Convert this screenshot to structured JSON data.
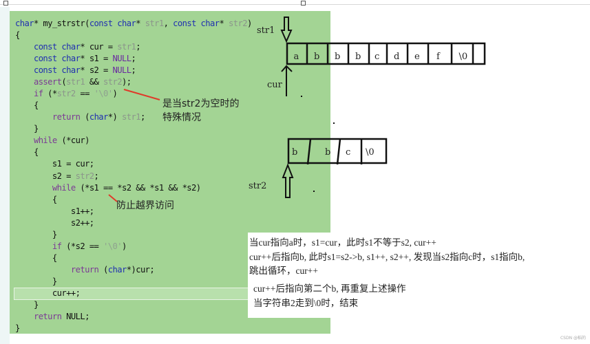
{
  "code": [
    [
      [
        "char",
        "kw"
      ],
      [
        "* my_strstr(",
        ""
      ],
      [
        "const char",
        "kw"
      ],
      [
        "* ",
        ""
      ],
      [
        "str1",
        "par"
      ],
      [
        ", ",
        ""
      ],
      [
        "const char",
        "kw"
      ],
      [
        "* ",
        ""
      ],
      [
        "str2",
        "par"
      ],
      [
        ")",
        ""
      ]
    ],
    [
      [
        "{",
        ""
      ]
    ],
    [
      [
        "    ",
        ""
      ],
      [
        "const char",
        "kw"
      ],
      [
        "* cur = ",
        ""
      ],
      [
        "str1",
        "par"
      ],
      [
        ";",
        ""
      ]
    ],
    [
      [
        "    ",
        ""
      ],
      [
        "const char",
        "kw"
      ],
      [
        "* s1 = ",
        ""
      ],
      [
        "NULL",
        "mac"
      ],
      [
        ";",
        ""
      ]
    ],
    [
      [
        "    ",
        ""
      ],
      [
        "const char",
        "kw"
      ],
      [
        "* s2 = ",
        ""
      ],
      [
        "NULL",
        "mac"
      ],
      [
        ";",
        ""
      ]
    ],
    [
      [
        "    ",
        ""
      ],
      [
        "assert",
        "ctl"
      ],
      [
        "(",
        ""
      ],
      [
        "str1",
        "par"
      ],
      [
        " && ",
        ""
      ],
      [
        "str2",
        "par"
      ],
      [
        ");",
        ""
      ]
    ],
    [
      [
        "    ",
        ""
      ],
      [
        "if",
        "ctl"
      ],
      [
        " (*",
        ""
      ],
      [
        "str2",
        "par"
      ],
      [
        " == ",
        ""
      ],
      [
        "'\\0'",
        "str"
      ],
      [
        ")",
        ""
      ]
    ],
    [
      [
        "    {",
        ""
      ]
    ],
    [
      [
        "        ",
        ""
      ],
      [
        "return",
        "ctl"
      ],
      [
        " (",
        ""
      ],
      [
        "char",
        "kw"
      ],
      [
        "*) ",
        ""
      ],
      [
        "str1",
        "par"
      ],
      [
        ";",
        ""
      ]
    ],
    [
      [
        "    }",
        ""
      ]
    ],
    [
      [
        "    ",
        ""
      ],
      [
        "while",
        "ctl"
      ],
      [
        " (*cur)",
        ""
      ]
    ],
    [
      [
        "    {",
        ""
      ]
    ],
    [
      [
        "        s1 = cur;",
        ""
      ]
    ],
    [
      [
        "        s2 = ",
        ""
      ],
      [
        "str2",
        "par"
      ],
      [
        ";",
        ""
      ]
    ],
    [
      [
        "        ",
        ""
      ],
      [
        "while",
        "ctl"
      ],
      [
        " (*s1 == *s2 && *s1 && *s2)",
        ""
      ]
    ],
    [
      [
        "        {",
        ""
      ]
    ],
    [
      [
        "            s1++;",
        ""
      ]
    ],
    [
      [
        "            s2++;",
        ""
      ]
    ],
    [
      [
        "        }",
        ""
      ]
    ],
    [
      [
        "        ",
        ""
      ],
      [
        "if",
        "ctl"
      ],
      [
        " (*s2 == ",
        ""
      ],
      [
        "'\\0'",
        "str"
      ],
      [
        ")",
        ""
      ]
    ],
    [
      [
        "        {",
        ""
      ]
    ],
    [
      [
        "            ",
        ""
      ],
      [
        "return",
        "ctl"
      ],
      [
        " (",
        ""
      ],
      [
        "char",
        "kw"
      ],
      [
        "*)cur;",
        ""
      ]
    ],
    [
      [
        "        }",
        ""
      ]
    ],
    [
      [
        "        cur++;",
        ""
      ]
    ],
    [
      [
        "    }",
        ""
      ]
    ],
    [
      [
        "    ",
        ""
      ],
      [
        "return",
        "ctl"
      ],
      [
        " NULL;",
        ""
      ]
    ],
    [
      [
        "}",
        ""
      ]
    ]
  ],
  "annotations": {
    "empty_str2_line1": "是当str2为空时的",
    "empty_str2_line2": "特殊情况",
    "bounds": "防止越界访问"
  },
  "diagram": {
    "str1_label": "str1",
    "cur_label": "cur",
    "str2_label": "str2",
    "str1_cells": [
      "a",
      "b",
      "b",
      "b",
      "c",
      "d",
      "e",
      "f",
      "\\0"
    ],
    "str2_cells": [
      "b",
      "b",
      "c",
      "\\0"
    ]
  },
  "explanation": {
    "line1": "当cur指向a时，s1=cur，此时s1不等于s2, cur++",
    "line2": "cur++后指向b, 此时s1=s2->b, s1++, s2++, 发现当s2指向c时，s1指向b,",
    "line3": "跳出循环，cur++",
    "line4": "cur++后指向第二个b, 再重复上述操作",
    "line5": "当字符串2走到\\0时，结束"
  },
  "watermark": "CSDN @稻的",
  "colors": {
    "panel": "#a3d494",
    "keyword": "#1f2fb0",
    "control": "#7b3a94",
    "arrow": "#e03a2a"
  }
}
